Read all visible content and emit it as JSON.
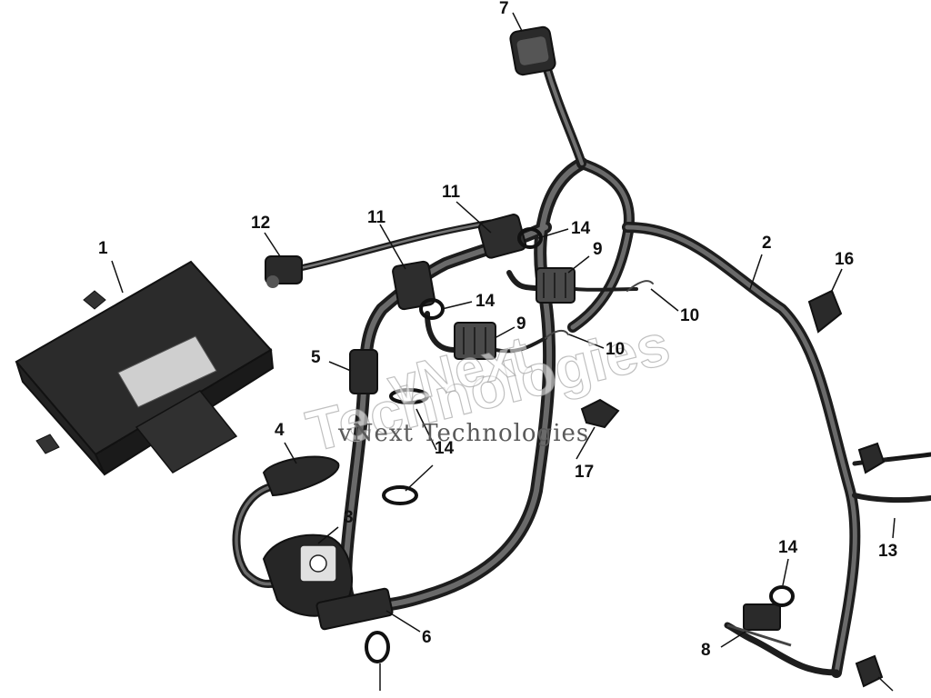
{
  "diagram": {
    "callouts": [
      {
        "id": "c1",
        "text": "1"
      },
      {
        "id": "c2",
        "text": "2"
      },
      {
        "id": "c3",
        "text": "3"
      },
      {
        "id": "c4",
        "text": "4"
      },
      {
        "id": "c5",
        "text": "5"
      },
      {
        "id": "c6",
        "text": "6"
      },
      {
        "id": "c7",
        "text": "7"
      },
      {
        "id": "c8",
        "text": "8"
      },
      {
        "id": "c9a",
        "text": "9"
      },
      {
        "id": "c9b",
        "text": "9"
      },
      {
        "id": "c10a",
        "text": "10"
      },
      {
        "id": "c10b",
        "text": "10"
      },
      {
        "id": "c11a",
        "text": "11"
      },
      {
        "id": "c11b",
        "text": "11"
      },
      {
        "id": "c12",
        "text": "12"
      },
      {
        "id": "c13",
        "text": "13"
      },
      {
        "id": "c14a",
        "text": "14"
      },
      {
        "id": "c14b",
        "text": "14"
      },
      {
        "id": "c14c",
        "text": "14"
      },
      {
        "id": "c14d",
        "text": "14"
      },
      {
        "id": "c16",
        "text": "16"
      },
      {
        "id": "c17",
        "text": "17"
      }
    ],
    "watermark": {
      "line1": "vNext Technologies",
      "outline_word1": "vNext",
      "outline_word2": "Technologies"
    }
  }
}
